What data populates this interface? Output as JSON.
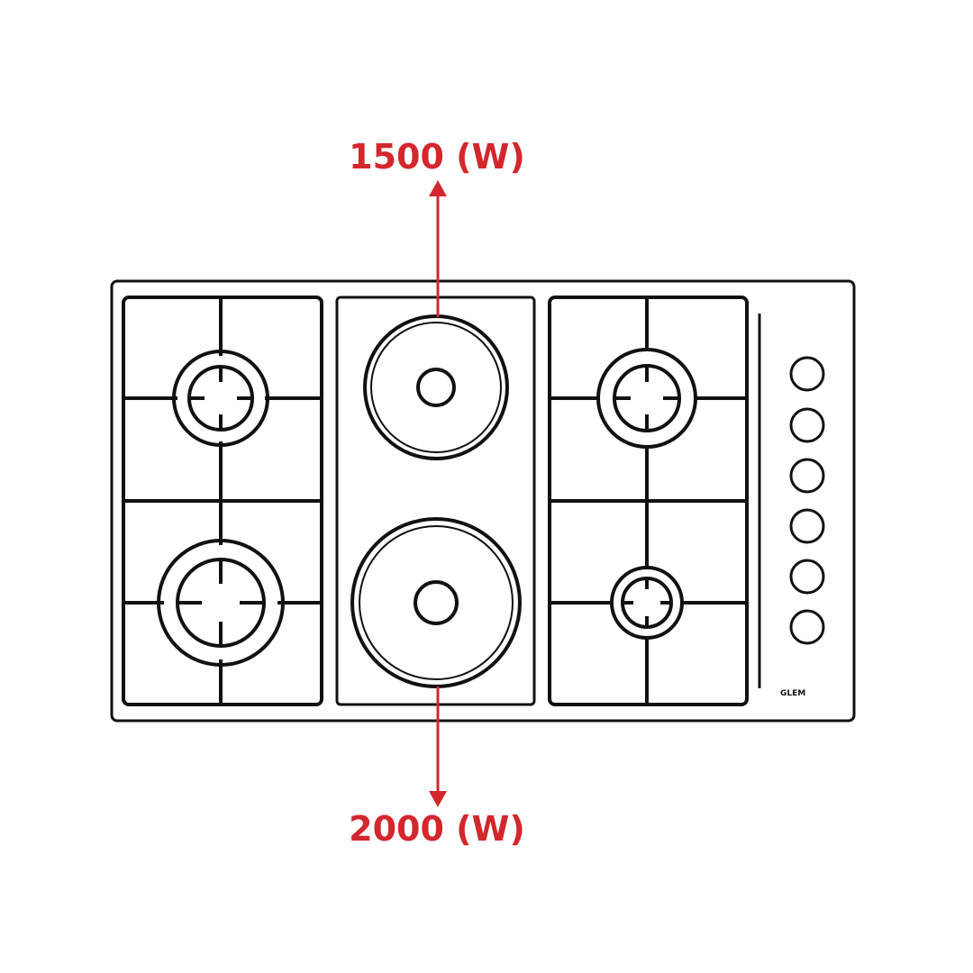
{
  "labels": {
    "top_power": "1500 (W)",
    "bottom_power": "2000 (W)"
  },
  "brand_logo": "GLEM",
  "colors": {
    "annotation": "#d3272d",
    "outline": "#111111",
    "background": "#ffffff"
  },
  "hob": {
    "gas_burners": 4,
    "electric_plates": 2,
    "control_knobs": 6
  }
}
